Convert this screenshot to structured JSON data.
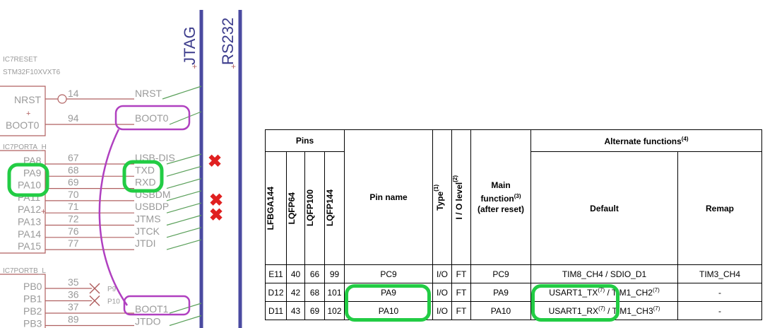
{
  "schematic": {
    "refs": [
      "IC7RESET",
      "STM32F10XVXT6",
      "IC7PORTA_H",
      "IC7PORTB_L"
    ],
    "bus_labels": [
      "JTAG",
      "RS232"
    ],
    "reset_pins": [
      {
        "name": "NRST",
        "num": "14",
        "net": "NRST"
      },
      {
        "name": "BOOT0",
        "num": "94",
        "net": "BOOT0"
      }
    ],
    "porta_pins": [
      {
        "name": "PA8",
        "num": "67",
        "net": "USB-DIS"
      },
      {
        "name": "PA9",
        "num": "68",
        "net": "TXD"
      },
      {
        "name": "PA10",
        "num": "69",
        "net": "RXD"
      },
      {
        "name": "PA11",
        "num": "70",
        "net": "USBDM"
      },
      {
        "name": "PA12",
        "num": "71",
        "net": "USBDP"
      },
      {
        "name": "PA13",
        "num": "72",
        "net": "JTMS"
      },
      {
        "name": "PA14",
        "num": "76",
        "net": "JTCK"
      },
      {
        "name": "PA15",
        "num": "77",
        "net": "JTDI"
      }
    ],
    "portb_pins": [
      {
        "name": "PB0",
        "num": "35",
        "net": "",
        "mark": "P9"
      },
      {
        "name": "PB1",
        "num": "36",
        "net": "",
        "mark": "P10"
      },
      {
        "name": "PB2",
        "num": "37",
        "net": "BOOT1"
      },
      {
        "name": "PB3",
        "num": "89",
        "net": "JTDO"
      }
    ],
    "highlight_color": "#22cc44",
    "annotation_color": "#b040c0",
    "x_mark_color": "#e02020"
  },
  "table": {
    "headers": {
      "pins": "Pins",
      "pkg": [
        "LFBGA144",
        "LQFP64",
        "LQFP100",
        "LQFP144"
      ],
      "pin_name": "Pin name",
      "type": "Type",
      "type_note": "(1)",
      "io": "I / O level",
      "io_note": "(2)",
      "main": "Main function",
      "main_note": "(3)",
      "main_sub": "(after reset)",
      "alt": "Alternate functions",
      "alt_note": "(4)",
      "default": "Default",
      "remap": "Remap"
    },
    "rows": [
      {
        "bga": "E11",
        "lq64": "40",
        "lq100": "66",
        "lq144": "99",
        "name": "PC9",
        "type": "I/O",
        "io": "FT",
        "main": "PC9",
        "def_a": "TIM8_CH4 / SDIO_D1",
        "def_a_note": "",
        "def_b": "",
        "def_b_note": "",
        "remap": "TIM3_CH4"
      },
      {
        "bga": "D12",
        "lq64": "42",
        "lq100": "68",
        "lq144": "101",
        "name": "PA9",
        "type": "I/O",
        "io": "FT",
        "main": "PA9",
        "def_a": "USART1_TX",
        "def_a_note": "(7)",
        "def_b": " / TIM1_CH2",
        "def_b_note": "(7)",
        "remap": "-"
      },
      {
        "bga": "D11",
        "lq64": "43",
        "lq100": "69",
        "lq144": "102",
        "name": "PA10",
        "type": "I/O",
        "io": "FT",
        "main": "PA10",
        "def_a": "USART1_RX",
        "def_a_note": "(7)",
        "def_b": " / TIM1_CH3",
        "def_b_note": "(7)",
        "remap": "-"
      }
    ]
  }
}
